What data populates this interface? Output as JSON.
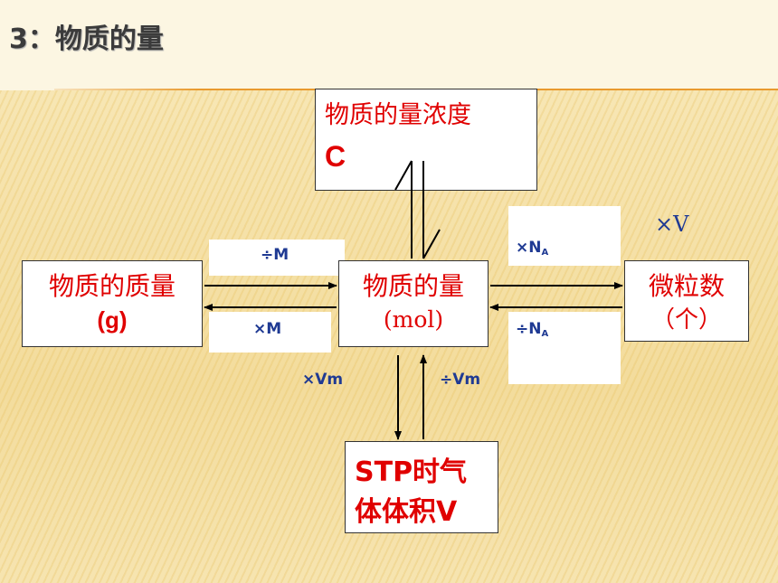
{
  "title": "3：物质的量",
  "nodes": {
    "concentration": {
      "line1": "物质的量浓度",
      "line2": "C"
    },
    "mass": {
      "line1": "物质的质量",
      "line2": "(g)"
    },
    "amount": {
      "line1": "物质的量",
      "line2": "(mol)"
    },
    "particles": {
      "line1": "微粒数",
      "line2": "（个）"
    },
    "gas_volume": {
      "line1": "STP时气",
      "line2": "体体积V"
    }
  },
  "labels": {
    "div_M": "÷M",
    "times_M": "×M",
    "times_NA_prefix": "×N",
    "div_NA_prefix": "÷N",
    "NA_sub": "A",
    "times_V": "×V",
    "times_Vm": "×Vm",
    "div_Vm": "÷Vm"
  },
  "colors": {
    "node_text": "#e00000",
    "operator_text": "#1f3a93",
    "accent_rule": "#e99a2e"
  }
}
